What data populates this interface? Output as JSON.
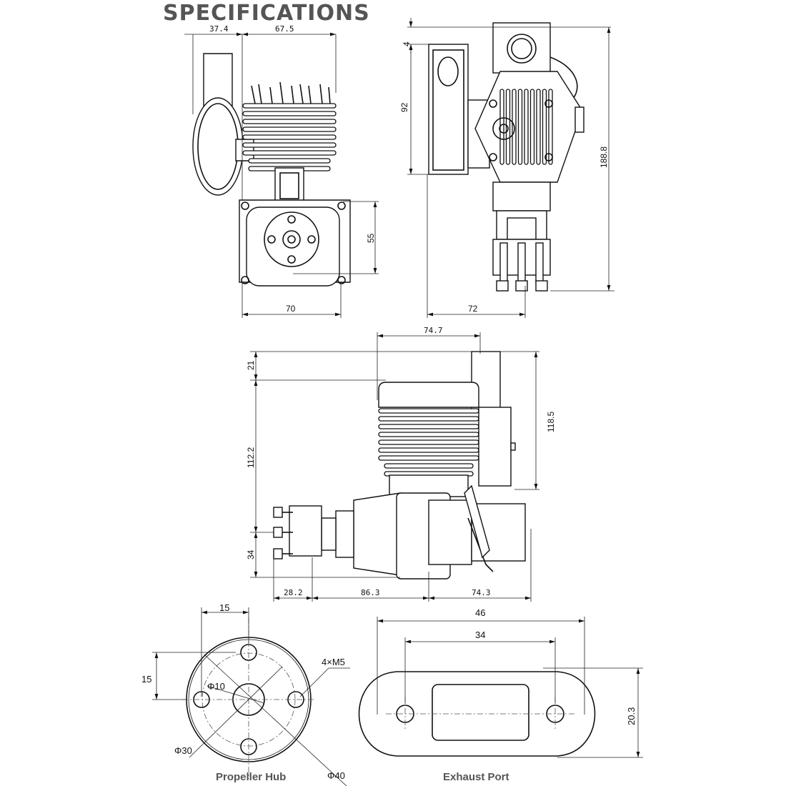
{
  "title": "SPECIFICATIONS",
  "side_view": {
    "dim_top_left": "37.4",
    "dim_top_right": "67.5",
    "dim_height": "55",
    "dim_width": "70"
  },
  "rear_view": {
    "dim_top": "4",
    "dim_exhaust": "92",
    "dim_total_height": "188.8",
    "dim_width": "72"
  },
  "front_view": {
    "dim_top_width": "74.7",
    "dim_top_offset": "21",
    "dim_height": "112.2",
    "dim_right_height": "118.5",
    "dim_shaft": "34",
    "dim_bottom_1": "28.2",
    "dim_bottom_2": "86.3",
    "dim_bottom_3": "74.3"
  },
  "propeller_hub": {
    "caption": "Propeller Hub",
    "dim_horizontal": "15",
    "dim_vertical": "15",
    "bolts": "4×M5",
    "inner_diameter": "Φ10",
    "bolt_circle": "Φ30",
    "outer_diameter": "Φ40"
  },
  "exhaust_port": {
    "caption": "Exhaust Port",
    "dim_outer": "46",
    "dim_inner": "34",
    "dim_height": "20.3"
  }
}
